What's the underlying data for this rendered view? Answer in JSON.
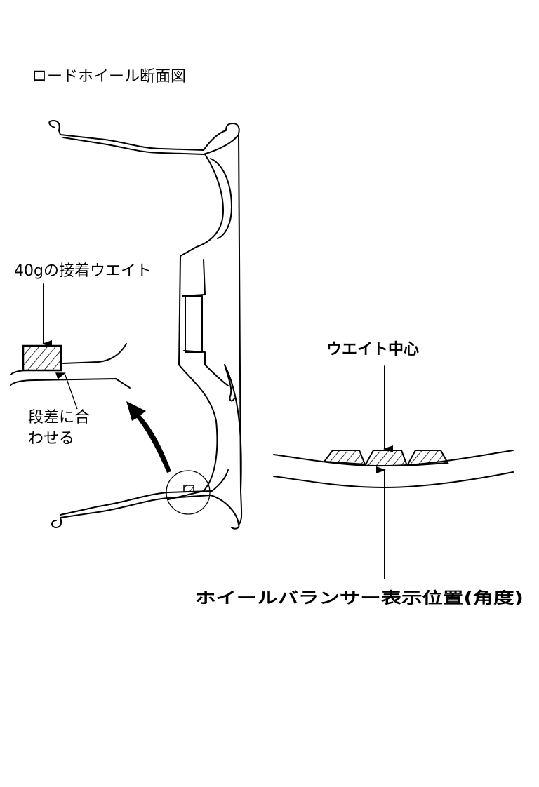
{
  "title": "ロードホイール断面図",
  "labels": {
    "weight": "40gの接着ウエイト",
    "step_line1": "段差に合",
    "step_line2": "わせる",
    "weight_center": "ウエイト中心",
    "balancer_position": "ホイールバランサー表示位置(角度)"
  }
}
